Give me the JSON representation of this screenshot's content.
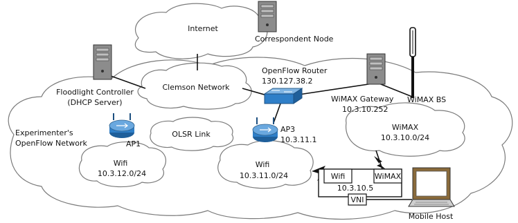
{
  "labels": {
    "internet": "Internet",
    "correspondent": "Correspondent Node",
    "floodlight_1": "Floodlight Controller",
    "floodlight_2": "(DHCP Server)",
    "clemson": "Clemson Network",
    "of_router_1": "OpenFlow Router",
    "of_router_2": "130.127.38.2",
    "wimax_gw_1": "WiMAX Gateway",
    "wimax_gw_2": "10.3.10.252",
    "wimax_bs": "WiMAX BS",
    "experimenter_1": "Experimenter's",
    "experimenter_2": "OpenFlow Network",
    "olsr": "OLSR Link",
    "ap1": "AP1",
    "ap3_1": "AP3",
    "ap3_2": "10.3.11.1",
    "wimax_net_1": "WiMAX",
    "wimax_net_2": "10.3.10.0/24",
    "wifi_left_1": "Wifi",
    "wifi_left_2": "10.3.12.0/24",
    "wifi_mid_1": "Wifi",
    "wifi_mid_2": "10.3.11.0/24",
    "box_wifi": "Wifi",
    "box_wimax": "WiMAX",
    "box_ip": "10.3.10.5",
    "box_vni": "VNI",
    "mobile_host": "Mobile Host"
  },
  "icons": {
    "server": "server-icon",
    "router": "wireless-router-icon",
    "switch": "openflow-switch-icon",
    "antenna": "antenna-icon",
    "laptop": "laptop-icon",
    "wireless": "lightning-icon"
  }
}
